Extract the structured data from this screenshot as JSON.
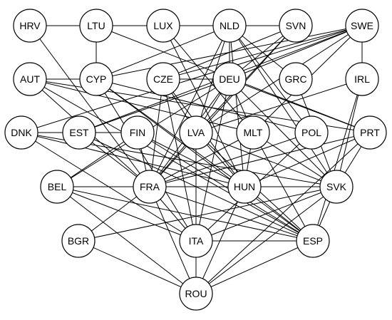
{
  "graph": {
    "nodes": [
      {
        "id": "HRV",
        "label": "HRV"
      },
      {
        "id": "LTU",
        "label": "LTU"
      },
      {
        "id": "LUX",
        "label": "LUX"
      },
      {
        "id": "NLD",
        "label": "NLD"
      },
      {
        "id": "SVN",
        "label": "SVN"
      },
      {
        "id": "SWE",
        "label": "SWE"
      },
      {
        "id": "AUT",
        "label": "AUT"
      },
      {
        "id": "CYP",
        "label": "CYP"
      },
      {
        "id": "CZE",
        "label": "CZE"
      },
      {
        "id": "DEU",
        "label": "DEU"
      },
      {
        "id": "GRC",
        "label": "GRC"
      },
      {
        "id": "IRL",
        "label": "IRL"
      },
      {
        "id": "DNK",
        "label": "DNK"
      },
      {
        "id": "EST",
        "label": "EST"
      },
      {
        "id": "FIN",
        "label": "FIN"
      },
      {
        "id": "LVA",
        "label": "LVA"
      },
      {
        "id": "MLT",
        "label": "MLT"
      },
      {
        "id": "POL",
        "label": "POL"
      },
      {
        "id": "PRT",
        "label": "PRT"
      },
      {
        "id": "BEL",
        "label": "BEL"
      },
      {
        "id": "FRA",
        "label": "FRA"
      },
      {
        "id": "HUN",
        "label": "HUN"
      },
      {
        "id": "SVK",
        "label": "SVK"
      },
      {
        "id": "BGR",
        "label": "BGR"
      },
      {
        "id": "ITA",
        "label": "ITA"
      },
      {
        "id": "ESP",
        "label": "ESP"
      },
      {
        "id": "ROU",
        "label": "ROU"
      }
    ],
    "edges": [
      [
        "HRV",
        "LTU"
      ],
      [
        "HRV",
        "FRA"
      ],
      [
        "LTU",
        "CYP"
      ],
      [
        "LTU",
        "SVN"
      ],
      [
        "LTU",
        "PRT"
      ],
      [
        "LUX",
        "MLT"
      ],
      [
        "LUX",
        "HUN"
      ],
      [
        "NLD",
        "DEU"
      ],
      [
        "NLD",
        "CYP"
      ],
      [
        "NLD",
        "LVA"
      ],
      [
        "NLD",
        "FRA"
      ],
      [
        "NLD",
        "HUN"
      ],
      [
        "NLD",
        "SVK"
      ],
      [
        "NLD",
        "POL"
      ],
      [
        "SVN",
        "CZE"
      ],
      [
        "SVN",
        "DEU"
      ],
      [
        "SVN",
        "FRA"
      ],
      [
        "SVN",
        "LVA"
      ],
      [
        "SWE",
        "IRL"
      ],
      [
        "SWE",
        "CZE"
      ],
      [
        "SWE",
        "DEU"
      ],
      [
        "SWE",
        "CYP"
      ],
      [
        "SWE",
        "MLT"
      ],
      [
        "SWE",
        "LVA"
      ],
      [
        "SWE",
        "DNK"
      ],
      [
        "AUT",
        "CYP"
      ],
      [
        "AUT",
        "MLT"
      ],
      [
        "AUT",
        "PRT"
      ],
      [
        "AUT",
        "ESP"
      ],
      [
        "AUT",
        "FRA"
      ],
      [
        "CYP",
        "HUN"
      ],
      [
        "CYP",
        "ITA"
      ],
      [
        "CYP",
        "ESP"
      ],
      [
        "CYP",
        "POL"
      ],
      [
        "CZE",
        "DEU"
      ],
      [
        "CZE",
        "FRA"
      ],
      [
        "CZE",
        "ITA"
      ],
      [
        "CZE",
        "LVA"
      ],
      [
        "CZE",
        "HUN"
      ],
      [
        "DEU",
        "FRA"
      ],
      [
        "DEU",
        "LVA"
      ],
      [
        "DEU",
        "MLT"
      ],
      [
        "DEU",
        "PRT"
      ],
      [
        "DEU",
        "BEL"
      ],
      [
        "DEU",
        "EST"
      ],
      [
        "DEU",
        "ITA"
      ],
      [
        "DEU",
        "SVK"
      ],
      [
        "GRC",
        "NLD"
      ],
      [
        "GRC",
        "SVK"
      ],
      [
        "IRL",
        "LVA"
      ],
      [
        "IRL",
        "SVK"
      ],
      [
        "IRL",
        "ESP"
      ],
      [
        "DNK",
        "FIN"
      ],
      [
        "DNK",
        "HUN"
      ],
      [
        "DNK",
        "SVK"
      ],
      [
        "DNK",
        "ITA"
      ],
      [
        "EST",
        "FRA"
      ],
      [
        "EST",
        "ESP"
      ],
      [
        "EST",
        "SWE"
      ],
      [
        "FIN",
        "BEL"
      ],
      [
        "FIN",
        "FRA"
      ],
      [
        "FIN",
        "ESP"
      ],
      [
        "FIN",
        "HUN"
      ],
      [
        "LVA",
        "FRA"
      ],
      [
        "LVA",
        "ITA"
      ],
      [
        "LVA",
        "SVK"
      ],
      [
        "LVA",
        "ESP"
      ],
      [
        "LVA",
        "HUN"
      ],
      [
        "MLT",
        "FRA"
      ],
      [
        "MLT",
        "ESP"
      ],
      [
        "MLT",
        "SVK"
      ],
      [
        "MLT",
        "HUN"
      ],
      [
        "POL",
        "FRA"
      ],
      [
        "POL",
        "ITA"
      ],
      [
        "PRT",
        "FRA"
      ],
      [
        "PRT",
        "ROU"
      ],
      [
        "PRT",
        "SVK"
      ],
      [
        "PRT",
        "HUN"
      ],
      [
        "BEL",
        "ITA"
      ],
      [
        "BEL",
        "ESP"
      ],
      [
        "BEL",
        "HUN"
      ],
      [
        "BEL",
        "ROU"
      ],
      [
        "FRA",
        "HUN"
      ],
      [
        "FRA",
        "ESP"
      ],
      [
        "FRA",
        "SVK"
      ],
      [
        "FRA",
        "ROU"
      ],
      [
        "FRA",
        "BGR"
      ],
      [
        "FRA",
        "ITA"
      ],
      [
        "HUN",
        "ROU"
      ],
      [
        "HUN",
        "ESP"
      ],
      [
        "SVK",
        "ITA"
      ],
      [
        "SVK",
        "ESP"
      ],
      [
        "SVK",
        "ROU"
      ],
      [
        "SVK",
        "BGR"
      ],
      [
        "BGR",
        "ROU"
      ],
      [
        "ITA",
        "ROU"
      ],
      [
        "ITA",
        "ESP"
      ],
      [
        "ESP",
        "ROU"
      ]
    ]
  }
}
